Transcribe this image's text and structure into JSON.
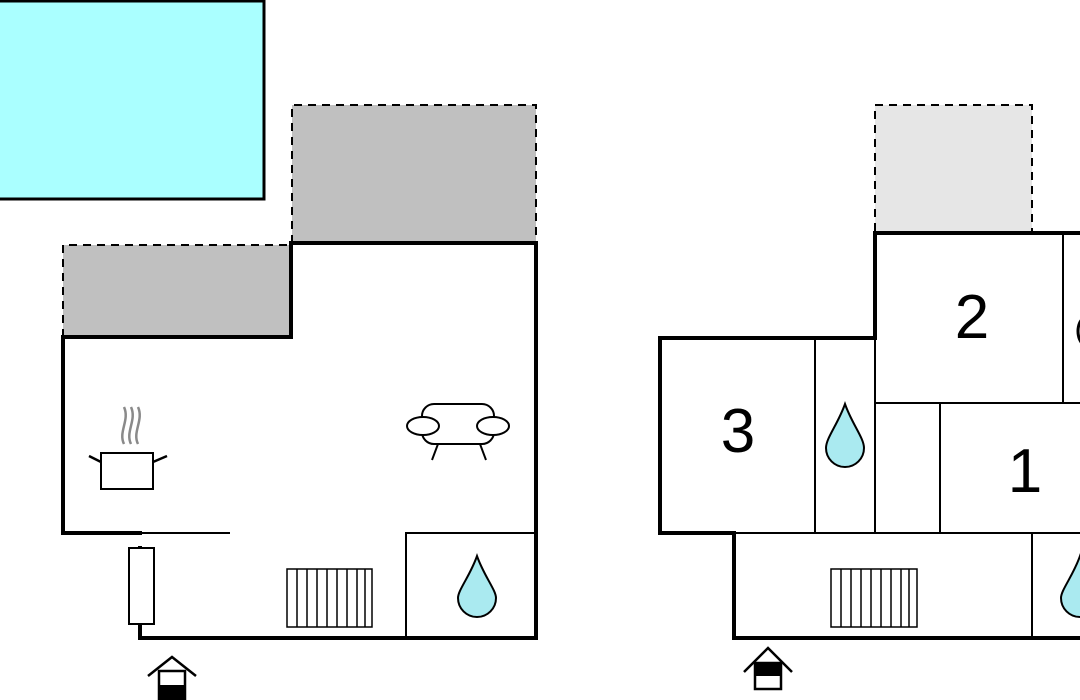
{
  "colors": {
    "pool": "#aaffff",
    "terrace_dark": "#c0c0c0",
    "terrace_light": "#e6e6e6",
    "water": "#aaeaf0",
    "wall": "#000000"
  },
  "icons": {
    "cooking": "cooking-pot-icon",
    "sofa": "sofa-icon",
    "radiator": "radiator-icon",
    "bathroom": "water-drop-icon",
    "entrance": "house-entrance-icon"
  },
  "rooms": {
    "room_1": "1",
    "room_2": "2",
    "room_3": "3"
  }
}
